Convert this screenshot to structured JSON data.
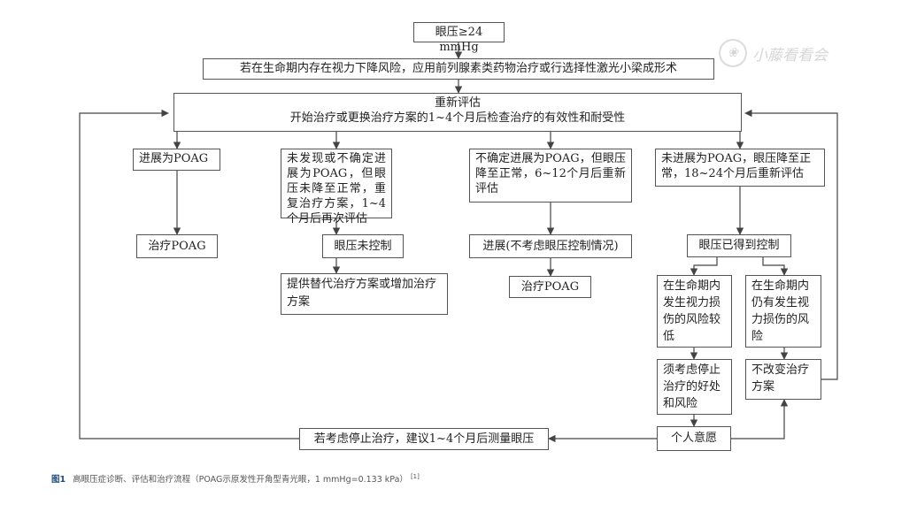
{
  "nodes": {
    "top": "眼压≥24 mmHg",
    "treat_if_risk": "若在生命期内存在视力下降风险，应用前列腺素类药物治疗或行选择性激光小梁成形术",
    "reassess_title": "重新评估",
    "reassess_detail": "开始治疗或更换治疗方案的1~4个月后检查治疗的有效性和耐受性",
    "progress_poag": "进展为POAG",
    "treat_poag_1": "治疗POAG",
    "uncertain_not_normal": "未发现或不确定进展为POAG，但眼压未降至正常，重复治疗方案，1~4个月后再次评估",
    "iop_uncontrolled": "眼压未控制",
    "alt_plan": "提供替代治疗方案或增加治疗方案",
    "uncertain_normal": "不确定进展为POAG，但眼压降至正常，6~12个月后重新评估",
    "progress_regardless": "进展(不考虑眼压控制情况)",
    "treat_poag_2": "治疗POAG",
    "no_progress": "未进展为POAG，眼压降至正常，18~24个月后重新评估",
    "iop_controlled": "眼压已得到控制",
    "low_risk": "在生命期内发生视力损伤的风险较低",
    "still_risk": "在生命期内仍有发生视力损伤的风险",
    "consider_stop": "须考虑停止治疗的好处和风险",
    "no_change": "不改变治疗方案",
    "personal_wish": "个人意愿",
    "stop_measure": "若考虑停止治疗，建议1~4个月后测量眼压"
  },
  "caption": {
    "fig_label": "图1",
    "text": "高眼压症诊断、评估和治疗流程（POAG示原发性开角型青光眼，1 mmHg=0.133 kPa）",
    "ref": "[1]"
  },
  "watermark": {
    "text": "小藤看看会",
    "icon": "seal-logo-icon"
  },
  "colors": {
    "line": "#444444",
    "border": "#555555",
    "caption_label": "#1c4b7a"
  }
}
